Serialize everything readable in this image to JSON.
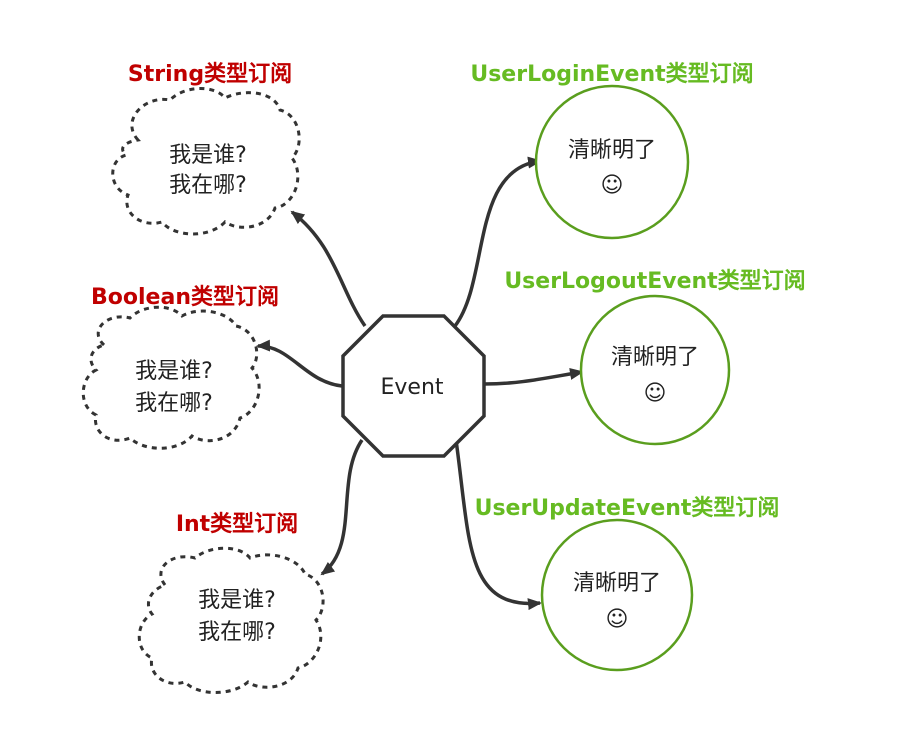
{
  "center": {
    "label": "Event"
  },
  "colors": {
    "left_title": "#c00000",
    "right_title": "#66bb22",
    "circle_stroke": "#5a9e1e",
    "edge": "#333333",
    "cloud_stroke": "#333333"
  },
  "left_nodes": [
    {
      "title": "String类型订阅",
      "line1": "我是谁?",
      "line2": "我在哪?"
    },
    {
      "title": "Boolean类型订阅",
      "line1": "我是谁?",
      "line2": "我在哪?"
    },
    {
      "title": "Int类型订阅",
      "line1": "我是谁?",
      "line2": "我在哪?"
    }
  ],
  "right_nodes": [
    {
      "title": "UserLoginEvent类型订阅",
      "line1": "清晰明了",
      "line2": "☺"
    },
    {
      "title": "UserLogoutEvent类型订阅",
      "line1": "清晰明了",
      "line2": "☺"
    },
    {
      "title": "UserUpdateEvent类型订阅",
      "line1": "清晰明了",
      "line2": "☺"
    }
  ]
}
